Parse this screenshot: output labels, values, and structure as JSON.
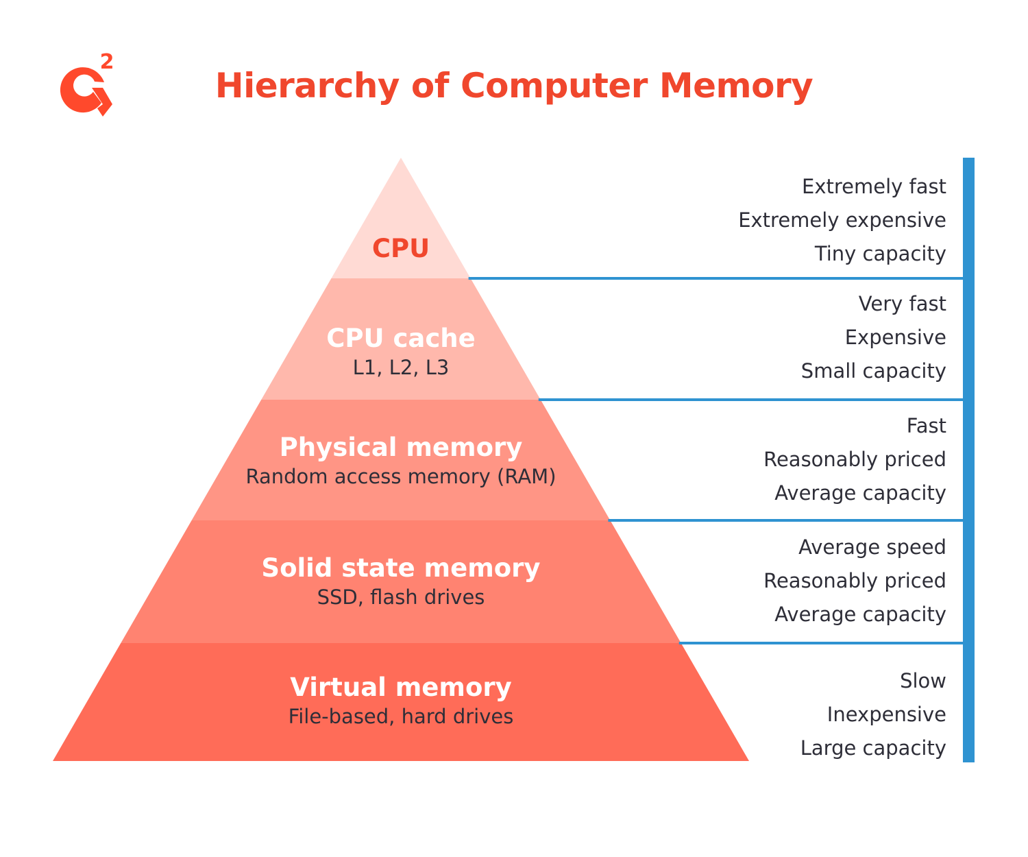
{
  "title": "Hierarchy of Computer Memory",
  "logo": {
    "icon": "g2-logo-icon",
    "superscript": "2",
    "color": "#ff492c"
  },
  "colors": {
    "title": "#f0472d",
    "divider": "#2f93d1",
    "text_dark": "#2e2e38",
    "text_light": "#ffffff",
    "tier_cpu_name": "#f0472d"
  },
  "tiers": [
    {
      "name": "CPU",
      "subtitle": "",
      "fill": "#ffdad4",
      "properties": [
        "Extremely fast",
        "Extremely expensive",
        "Tiny capacity"
      ]
    },
    {
      "name": "CPU cache",
      "subtitle": "L1, L2, L3",
      "fill": "#ffb8ac",
      "properties": [
        "Very fast",
        "Expensive",
        "Small capacity"
      ]
    },
    {
      "name": "Physical memory",
      "subtitle": "Random access memory (RAM)",
      "fill": "#ff9585",
      "properties": [
        "Fast",
        "Reasonably priced",
        "Average capacity"
      ]
    },
    {
      "name": "Solid state memory",
      "subtitle": "SSD, flash drives",
      "fill": "#ff8371",
      "properties": [
        "Average speed",
        "Reasonably priced",
        "Average capacity"
      ]
    },
    {
      "name": "Virtual memory",
      "subtitle": "File-based, hard drives",
      "fill": "#ff6c58",
      "properties": [
        "Slow",
        "Inexpensive",
        "Large capacity"
      ]
    }
  ]
}
